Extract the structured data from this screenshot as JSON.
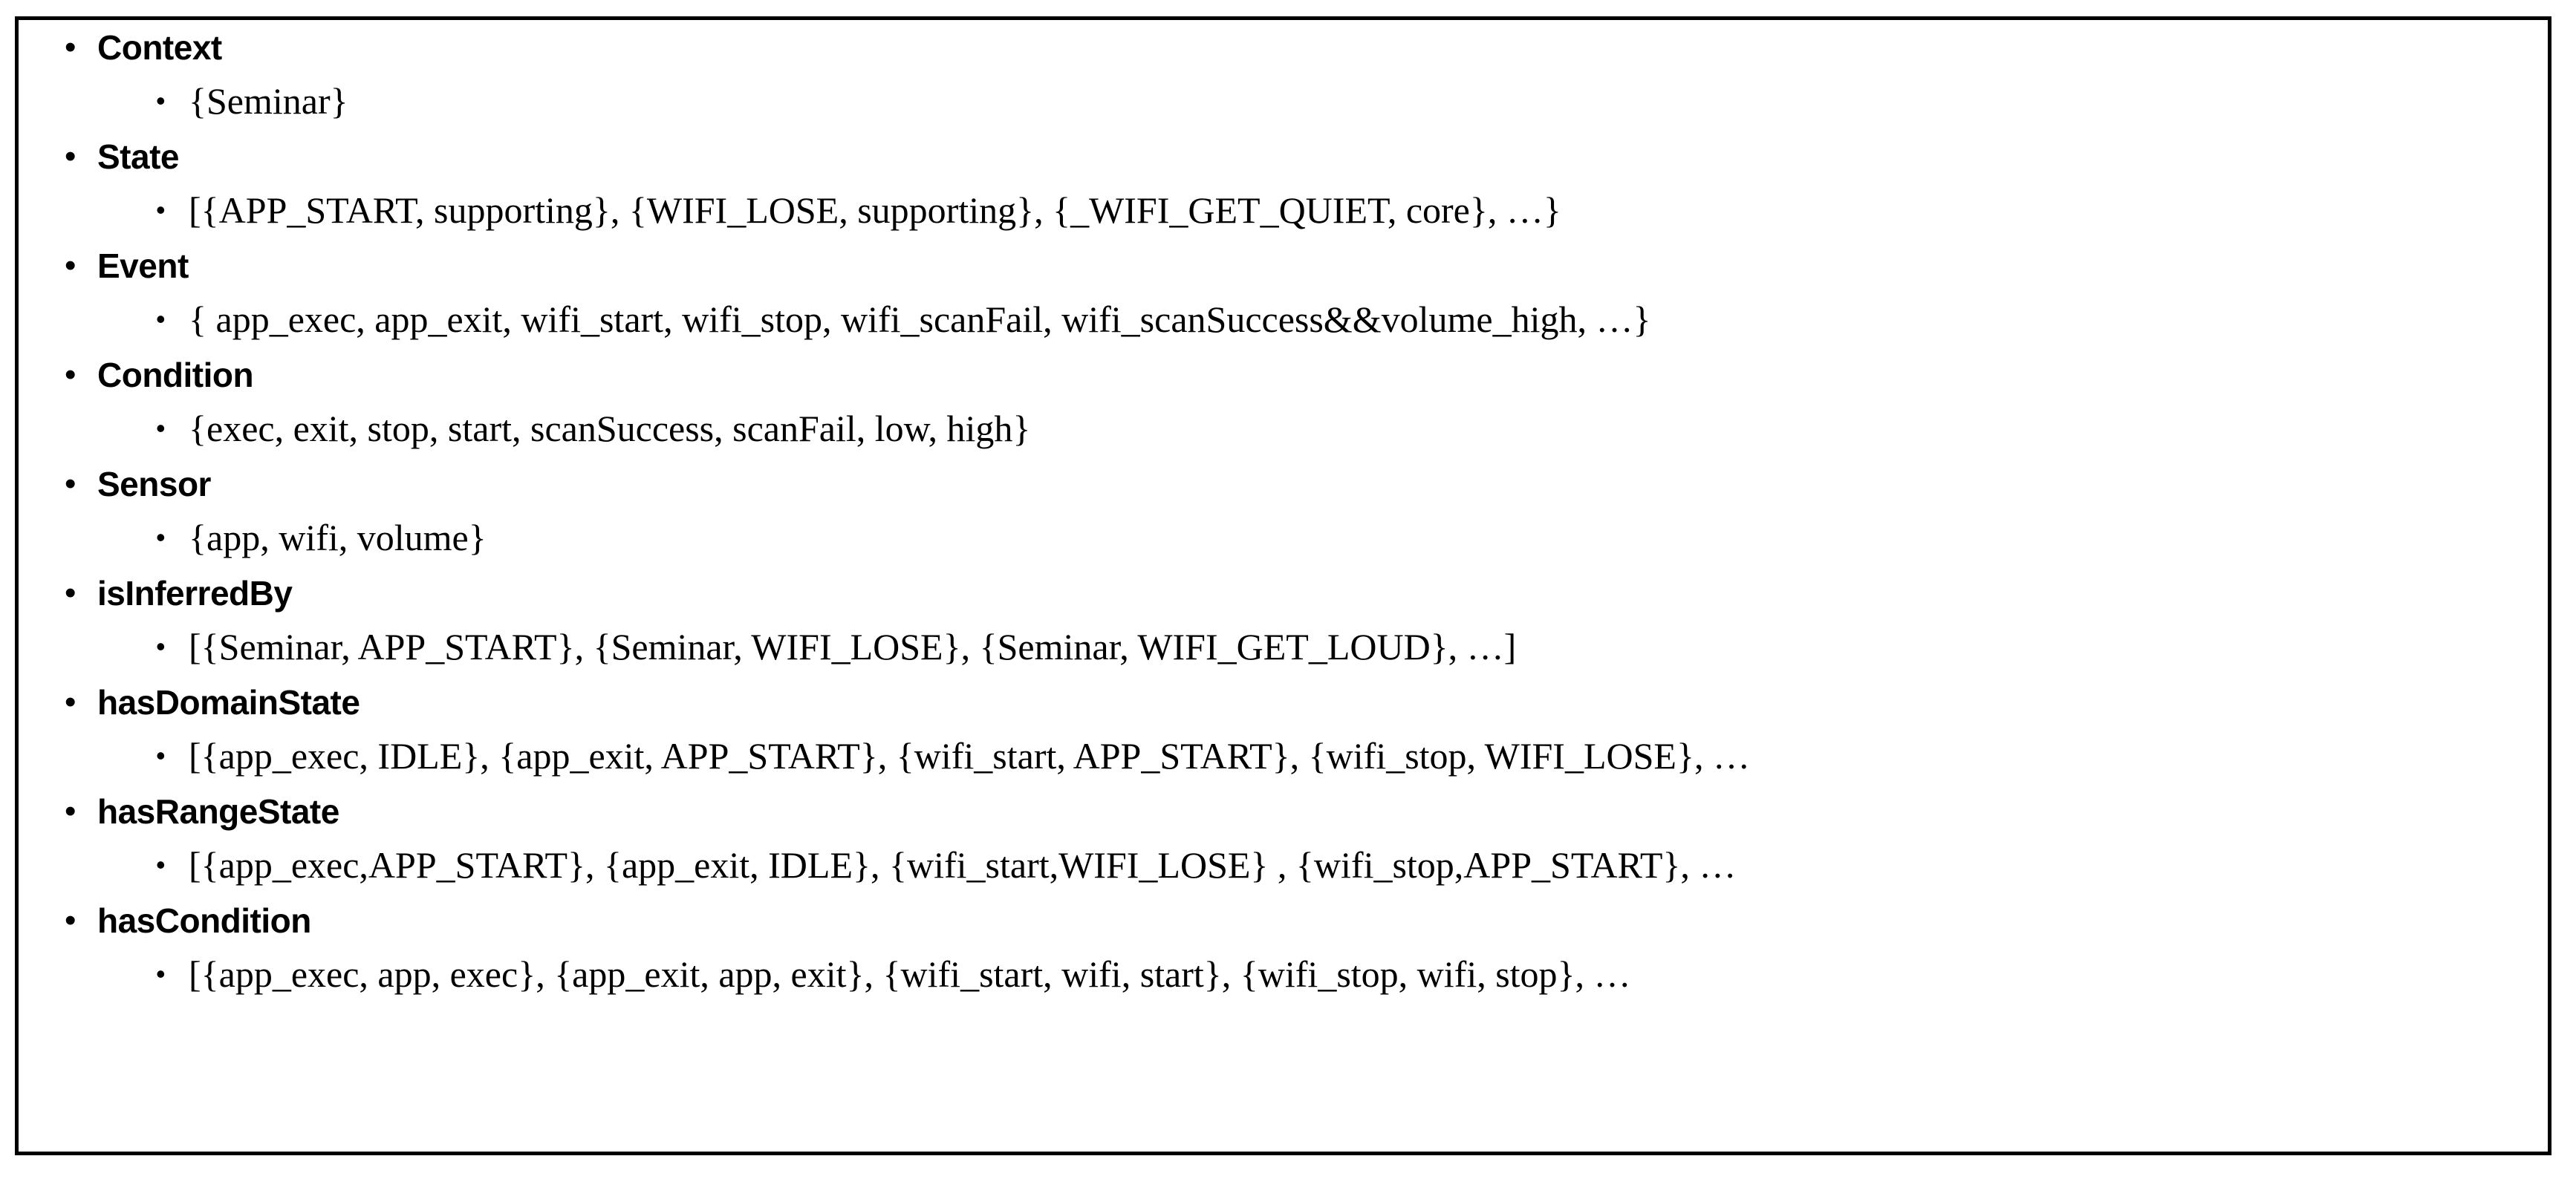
{
  "frame": {
    "border_color": "#000000",
    "background_color": "#ffffff",
    "text_color": "#000000",
    "bullet_glyph": "•"
  },
  "entries": [
    {
      "key": "Context",
      "value": "{Seminar}"
    },
    {
      "key": "State",
      "value": "[{APP_START, supporting}, {WIFI_LOSE, supporting}, {_WIFI_GET_QUIET, core}, …}"
    },
    {
      "key": "Event",
      "value": "{ app_exec, app_exit, wifi_start, wifi_stop, wifi_scanFail, wifi_scanSuccess&&volume_high, …}"
    },
    {
      "key": "Condition",
      "value": "{exec, exit, stop, start, scanSuccess, scanFail, low, high}"
    },
    {
      "key": "Sensor",
      "value": "{app, wifi, volume}"
    },
    {
      "key": "isInferredBy",
      "value": "[{Seminar, APP_START}, {Seminar, WIFI_LOSE}, {Seminar, WIFI_GET_LOUD}, …]"
    },
    {
      "key": "hasDomainState",
      "value": "[{app_exec, IDLE}, {app_exit, APP_START}, {wifi_start, APP_START}, {wifi_stop, WIFI_LOSE}, …"
    },
    {
      "key": "hasRangeState",
      "value": "[{app_exec,APP_START}, {app_exit, IDLE}, {wifi_start,WIFI_LOSE} , {wifi_stop,APP_START}, …"
    },
    {
      "key": "hasCondition",
      "value": "[{app_exec, app, exec}, {app_exit, app, exit}, {wifi_start, wifi, start}, {wifi_stop, wifi, stop}, …"
    }
  ]
}
